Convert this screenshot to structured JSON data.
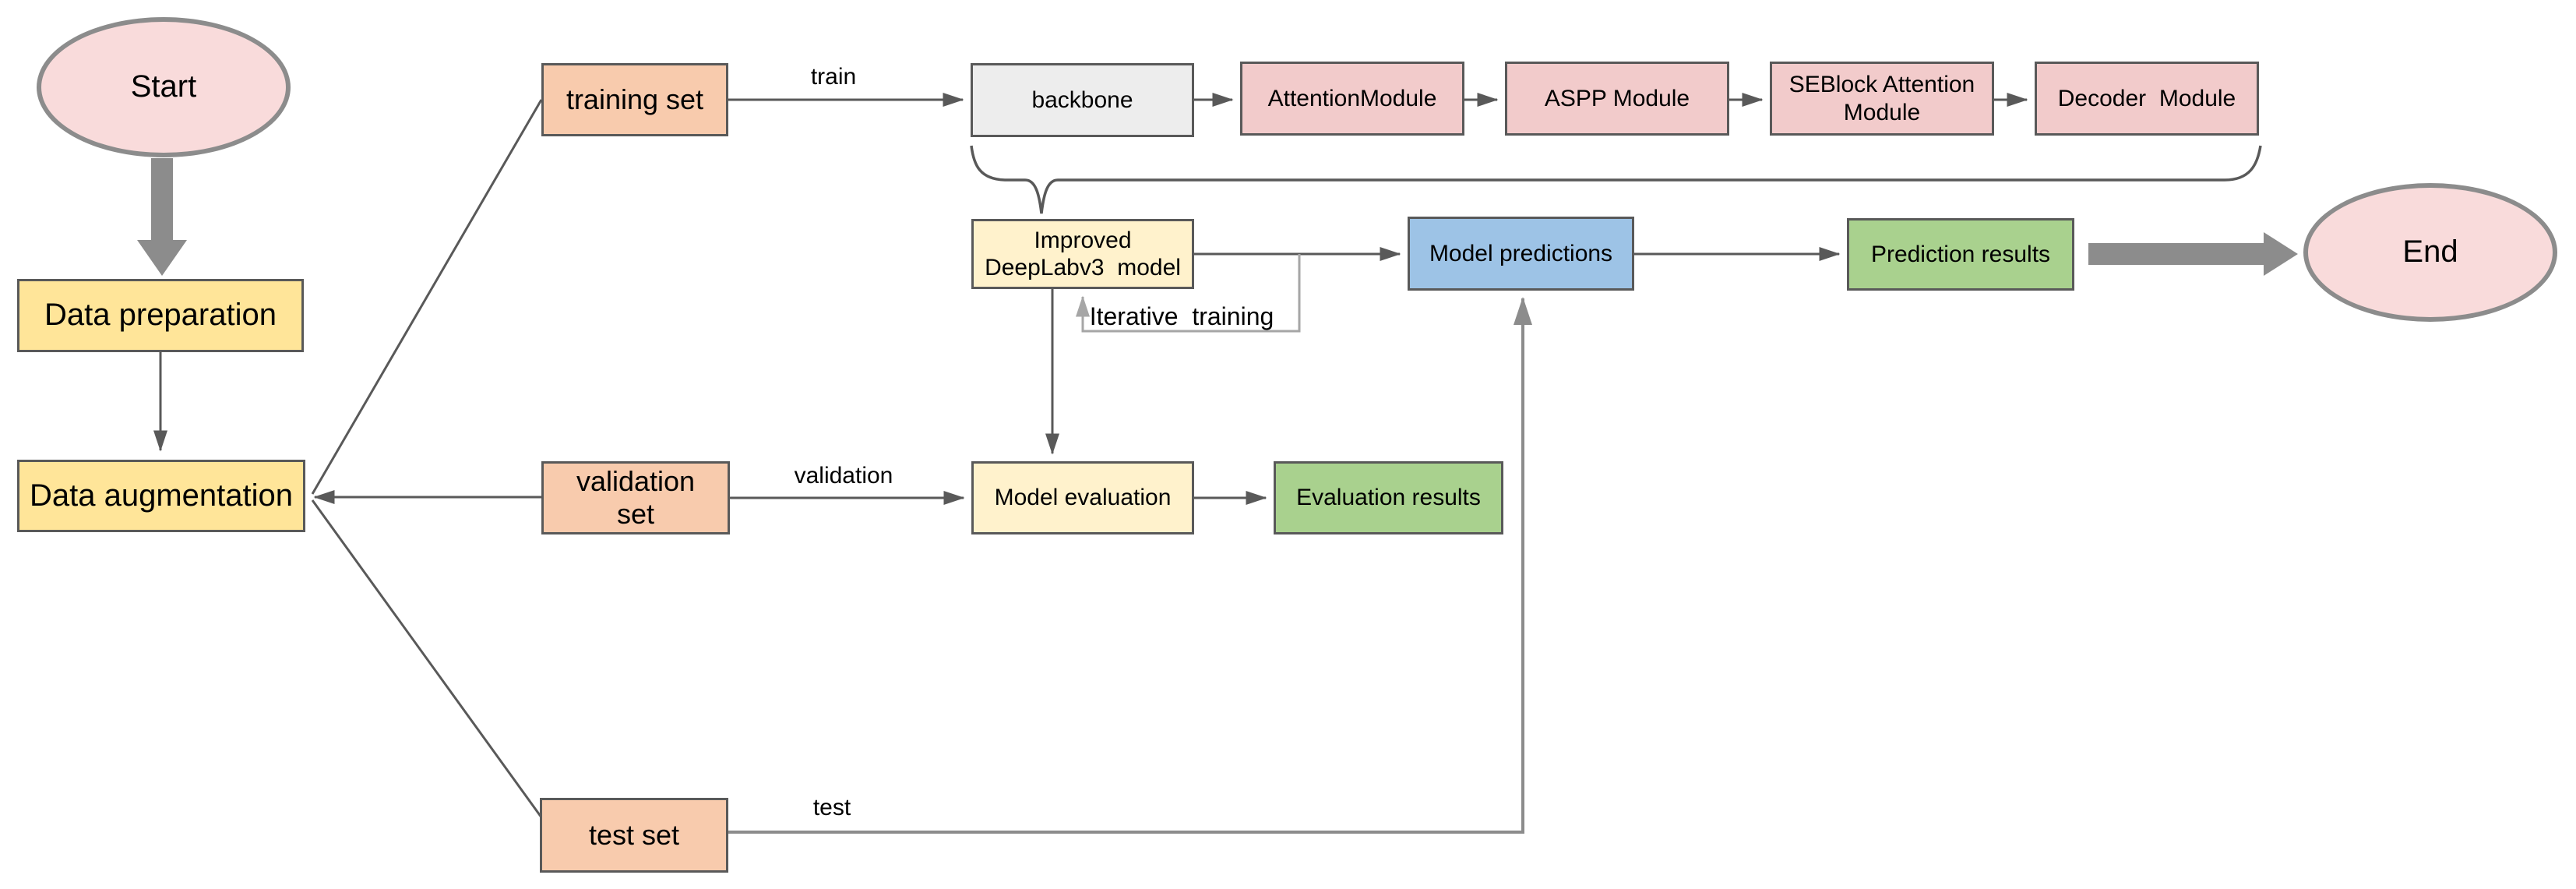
{
  "diagram": {
    "terminals": {
      "start": {
        "label": "Start"
      },
      "end": {
        "label": "End"
      }
    },
    "nodes": {
      "data_preparation": {
        "label": "Data preparation"
      },
      "data_augmentation": {
        "label": "Data augmentation"
      },
      "training_set": {
        "label": "training set"
      },
      "validation_set": {
        "line1": "validation",
        "line2": "set"
      },
      "test_set": {
        "label": "test set"
      },
      "backbone": {
        "label": "backbone"
      },
      "attention_module": {
        "label": "AttentionModule"
      },
      "aspp_module": {
        "label": "ASPP Module"
      },
      "seblock_attention_module": {
        "line1": "SEBlock Attention",
        "line2": "Module"
      },
      "decoder_module": {
        "label": "Decoder  Module"
      },
      "improved_deeplabv3_model": {
        "line1": "Improved",
        "line2": "DeepLabv3  model"
      },
      "model_predictions": {
        "label": "Model predictions"
      },
      "prediction_results": {
        "label": "Prediction results"
      },
      "model_evaluation": {
        "label": "Model evaluation"
      },
      "evaluation_results": {
        "label": "Evaluation results"
      }
    },
    "edge_labels": {
      "train": "train",
      "validation": "validation",
      "test": "test",
      "iterative_training": "Iterative  training"
    },
    "colors": {
      "background": "#FFFFFF",
      "text": "#000000",
      "terminal_pink": "#F9DBDB",
      "terminal_border": "#8C8C8C",
      "node_yellow": "#FFE599",
      "node_orange": "#F8CBAD",
      "node_gray": "#EDEDED",
      "node_pink": "#F2CBCB",
      "node_cream": "#FFF2CC",
      "node_blue": "#9DC3E6",
      "node_green": "#A9D18E",
      "border_gray": "#595959",
      "line_dark": "#595959",
      "line_gray": "#8C8C8C",
      "line_light": "#A6A6A6",
      "thick_arrow": "#8C8C8C"
    }
  }
}
